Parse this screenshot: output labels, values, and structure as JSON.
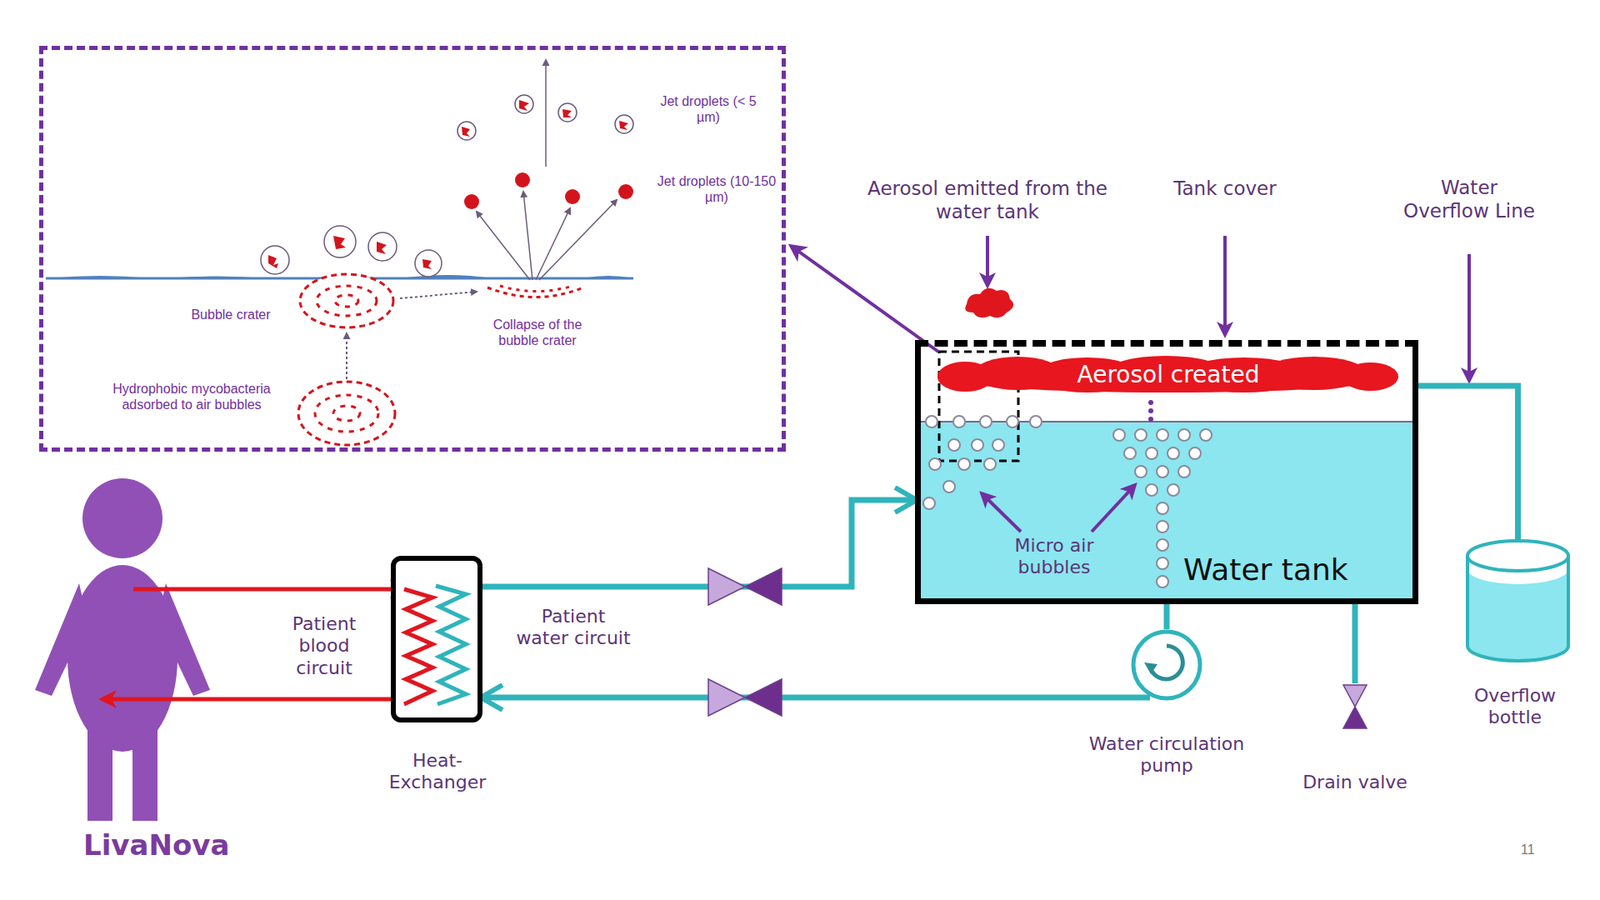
{
  "diagram": {
    "nodes": [
      {
        "text": [
          "Jet droplets (< 5 µm)",
          "Jet droplets (10-150 µm)",
          "Bubble crater",
          "Collapse of the bubble crater",
          "Hydrophobic mycobacteria adsorbed to air bubbles"
        ]
      },
      {
        "text": [
          "Water tank",
          "Micro air bubbles"
        ]
      },
      {
        "text": [
          "Aerosol created"
        ],
        "in": 1
      },
      {
        "text": [
          "Heat-Exchanger"
        ]
      },
      {
        "text": [
          "Water circulation pump"
        ]
      },
      {
        "text": [
          "Drain valve"
        ]
      },
      {
        "text": [
          "Overflow bottle"
        ]
      }
    ],
    "edges": [
      {
        "from": 1,
        "to": 0,
        "arrow": "to"
      },
      {
        "from": 1,
        "to": 4,
        "arrow": "none"
      },
      {
        "from": 4,
        "to": 3,
        "arrow": "to"
      },
      {
        "from": 3,
        "to": 1,
        "arrow": "to"
      },
      {
        "from": 1,
        "to": 5,
        "arrow": "none"
      },
      {
        "from": 1,
        "to": 6,
        "arrow": "none"
      }
    ],
    "labels": [
      "Aerosol emitted from the water tank",
      "Tank cover",
      "Water Overflow Line",
      "Patient blood circuit",
      "Patient water circuit",
      "LivaNova",
      "11"
    ]
  }
}
